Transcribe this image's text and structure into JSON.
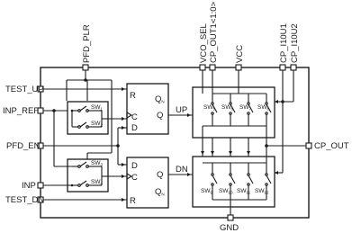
{
  "pins": {
    "pfd_plr": "PFD_PLR",
    "vco_sel": "VCO_SEL",
    "cp_out1": "CP_OUT1<1:0>",
    "vcc": "VCC",
    "cp_i10u1": "CP_I10U1",
    "cp_i10u2": "CP_I10U2",
    "test_up": "TEST_UP",
    "inp_ref": "INP_REF",
    "pfd_en": "PFD_EN",
    "inp": "INP",
    "test_dn": "TEST_DN",
    "cp_out": "CP_OUT",
    "gnd": "GND"
  },
  "dff_top": {
    "r": "R",
    "c": "C",
    "d": "D",
    "q": "Q",
    "qn_main": "Q",
    "qn_sub": "N"
  },
  "dff_bottom": {
    "d": "D",
    "c": "C",
    "r": "R",
    "q": "Q",
    "qn_main": "Q",
    "qn_sub": "N"
  },
  "nets": {
    "up": "UP",
    "dn": "DN"
  },
  "mux_top": {
    "sw1_main": "SW",
    "sw1_sub": "1",
    "sw2_main": "SW",
    "sw2_sub": "2"
  },
  "mux_bottom": {
    "sw3_main": "SW",
    "sw3_sub": "3",
    "sw4_main": "SW",
    "sw4_sub": "4"
  },
  "cp_top": [
    {
      "main": "SW",
      "sub": "5"
    },
    {
      "main": "SW",
      "sub": "6"
    },
    {
      "main": "SW",
      "sub": "7"
    },
    {
      "main": "SW",
      "sub": "8"
    }
  ],
  "cp_bottom": [
    {
      "main": "SW",
      "sub": "9"
    },
    {
      "main": "SW",
      "sub": "10"
    },
    {
      "main": "SW",
      "sub": "11"
    },
    {
      "main": "SW",
      "sub": "12"
    }
  ]
}
